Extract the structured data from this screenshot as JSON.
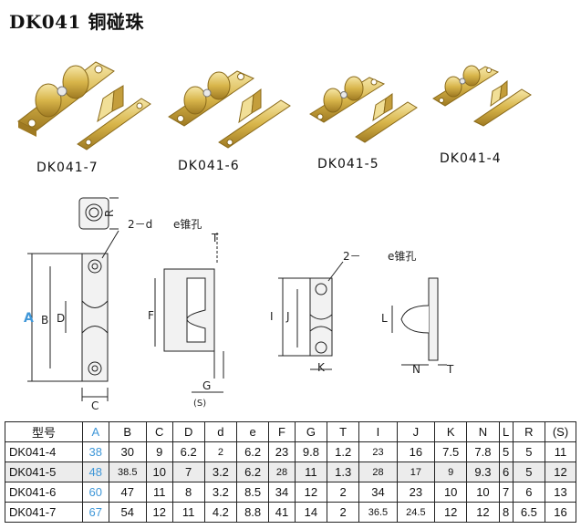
{
  "title": "DK041 铜碰珠",
  "photos": [
    {
      "label": "DK041-7"
    },
    {
      "label": "DK041-6"
    },
    {
      "label": "DK041-5"
    },
    {
      "label": "DK041-4"
    }
  ],
  "drawing": {
    "hole_note_1": "2－d",
    "hole_note_2": "2－",
    "cone_hole_1": "e锥孔",
    "cone_hole_2": "e锥孔",
    "dims": {
      "R": "R",
      "T": "T",
      "A": "A",
      "B": "B",
      "D": "D",
      "C": "C",
      "F": "F",
      "G": "G",
      "S": "(S)",
      "I": "I",
      "J": "J",
      "K": "K",
      "L": "L",
      "N": "N",
      "T2": "T"
    }
  },
  "table": {
    "headers": [
      "型号",
      "A",
      "B",
      "C",
      "D",
      "d",
      "e",
      "F",
      "G",
      "T",
      "I",
      "J",
      "K",
      "N",
      "L",
      "R",
      "(S)"
    ],
    "rows": [
      [
        "DK041-4",
        "38",
        "30",
        "9",
        "6.2",
        "2",
        "6.2",
        "23",
        "9.8",
        "1.2",
        "23",
        "16",
        "7.5",
        "7.8",
        "5",
        "5",
        "11"
      ],
      [
        "DK041-5",
        "48",
        "38.5",
        "10",
        "7",
        "3.2",
        "6.2",
        "28",
        "11",
        "1.3",
        "28",
        "17",
        "9",
        "9.3",
        "6",
        "5",
        "12"
      ],
      [
        "DK041-6",
        "60",
        "47",
        "11",
        "8",
        "3.2",
        "8.5",
        "34",
        "12",
        "2",
        "34",
        "23",
        "10",
        "10",
        "7",
        "6",
        "13"
      ],
      [
        "DK041-7",
        "67",
        "54",
        "12",
        "11",
        "4.2",
        "8.8",
        "41",
        "14",
        "2",
        "36.5",
        "24.5",
        "12",
        "12",
        "8",
        "6.5",
        "16"
      ]
    ]
  },
  "colors": {
    "accent_blue": "#3f97d8",
    "brass": "#d8b54a",
    "brass_dark": "#a7832a",
    "brass_light": "#f3e3a2"
  }
}
